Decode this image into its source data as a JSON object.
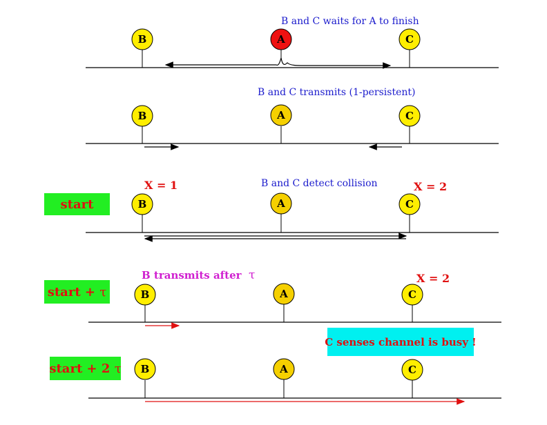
{
  "colors": {
    "node_yellow": "#ffee00",
    "node_gold": "#f5d000",
    "node_red": "#ee1111",
    "caption_blue": "#1a1acc",
    "label_red": "#e01010",
    "label_magenta": "#d020d0",
    "green_box": "#22ee22",
    "cyan_box": "#00f0f0"
  },
  "node_names": {
    "a": "A",
    "b": "B",
    "c": "C"
  },
  "panel1": {
    "caption": "B and C waits for A to finish"
  },
  "panel2": {
    "caption": "B and C transmits (1-persistent)"
  },
  "panel3": {
    "caption": "B and C detect collision",
    "x_b": "X = 1",
    "x_c": "X = 2",
    "time": "start"
  },
  "panel4": {
    "caption_text": "B transmits after",
    "tau": "τ",
    "x_c": "X = 2",
    "time_prefix": "start +",
    "time_tau": "τ"
  },
  "panel5": {
    "time_prefix": "start + 2",
    "time_tau": "τ",
    "busy_note": "C senses channel is busy !"
  }
}
